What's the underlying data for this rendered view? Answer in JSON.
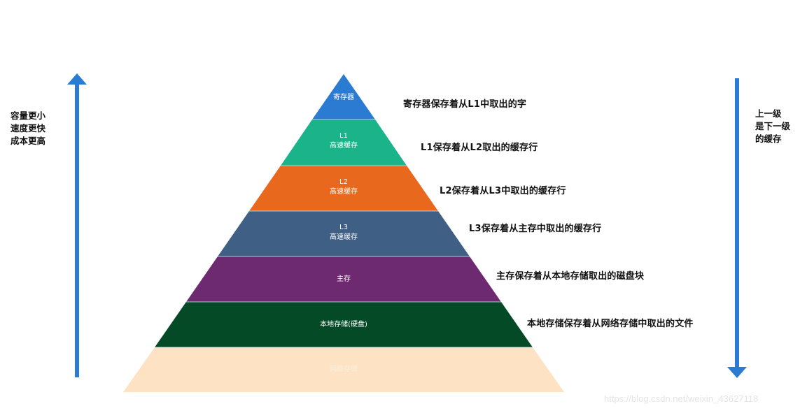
{
  "diagram": {
    "type": "memory-hierarchy-pyramid",
    "layers": [
      {
        "id": "registers",
        "line1": "寄存器",
        "line2": "",
        "color": "#2b7bd3",
        "description": "寄存器保存着从L1中取出的字"
      },
      {
        "id": "l1",
        "line1": "L1",
        "line2": "高速缓存",
        "color": "#1bb38a",
        "description": "L1保存着从L2取出的缓存行"
      },
      {
        "id": "l2",
        "line1": "L2",
        "line2": "高速缓存",
        "color": "#e8681e",
        "description": "L2保存着从L3中取出的缓存行"
      },
      {
        "id": "l3",
        "line1": "L3",
        "line2": "高速缓存",
        "color": "#3f5f84",
        "description": "L3保存着从主存中取出的缓存行"
      },
      {
        "id": "main-memory",
        "line1": "主存",
        "line2": "",
        "color": "#6e2a70",
        "description": "主存保存着从本地存储取出的磁盘块"
      },
      {
        "id": "local-storage",
        "line1": "本地存储(硬盘)",
        "line2": "",
        "color": "#044a26",
        "description": "本地存储保存着从网络存储中取出的文件"
      },
      {
        "id": "network-storage",
        "line1": "网络存储",
        "line2": "",
        "color": "#fde3c4",
        "description": ""
      }
    ],
    "left_arrow": {
      "direction": "up",
      "color": "#2b7bd3",
      "label_lines": [
        "容量更小",
        "速度更快",
        "成本更高"
      ]
    },
    "right_arrow": {
      "direction": "down",
      "color": "#2b7bd3",
      "label_lines": [
        "上一级",
        "是下一级",
        "的缓存"
      ]
    },
    "watermark": "https://blog.csdn.net/weixin_43627118"
  }
}
